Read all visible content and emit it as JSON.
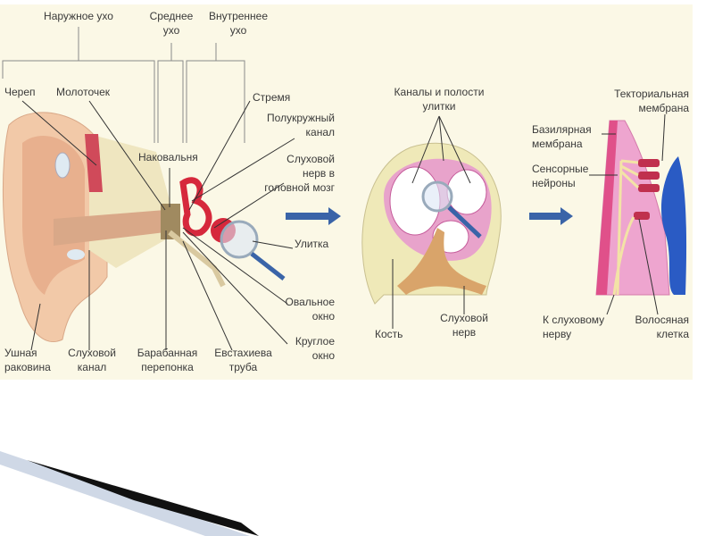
{
  "groups": {
    "outer_ear": "Наружное ухо",
    "middle_ear": "Среднее\nухо",
    "inner_ear": "Внутреннее\nухо"
  },
  "ear_labels": {
    "skull": "Череп",
    "malleus": "Молоточек",
    "stapes": "Стремя",
    "semicircular_canal": "Полукружный\nканал",
    "incus": "Наковальня",
    "auditory_nerve_brain": "Слуховой\nнерв в\nголовной мозг",
    "cochlea": "Улитка",
    "oval_window": "Овальное\nокно",
    "round_window": "Круглое\nокно",
    "auricle": "Ушная\nраковина",
    "ear_canal": "Слуховой\nканал",
    "eardrum": "Барабанная\nперепонка",
    "eustachian_tube": "Евстахиева\nтруба"
  },
  "cochlea_labels": {
    "canals": "Каналы и полости\nулитки",
    "bone": "Кость",
    "auditory_nerve": "Слуховой\nнерв"
  },
  "organ_labels": {
    "tectorial": "Текториальная\nмембрана",
    "basilar": "Базилярная\nмембрана",
    "sensory": "Сенсорные\nнейроны",
    "to_nerve": "К слуховому\nнерву",
    "hair_cell": "Волосяная\nклетка"
  },
  "colors": {
    "arrow": "#3a64a8",
    "bone": "#efe9b8",
    "pink": "#e58ab8",
    "red": "#d6283c",
    "blue": "#2a5bc4",
    "skin": "#f2c9a8"
  }
}
